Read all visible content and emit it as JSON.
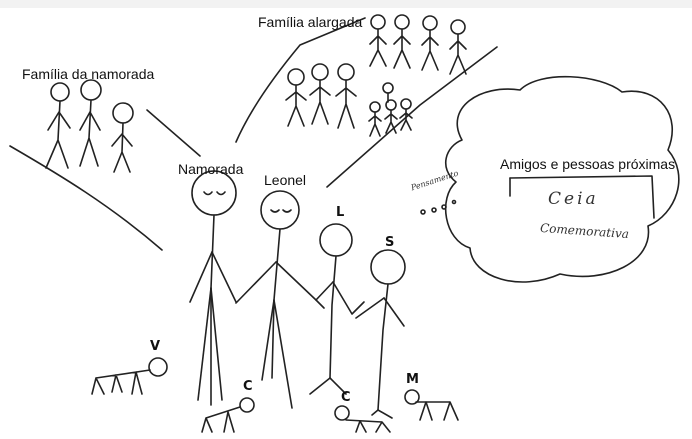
{
  "drawing": {
    "labels": {
      "extended_family": "Família alargada",
      "girlfriend_family": "Família da namorada",
      "girlfriend": "Namorada",
      "leonel": "Leonel",
      "friends": "Amigos e pessoas próximas"
    },
    "figure_letters": {
      "l": "L",
      "s": "S",
      "v": "V",
      "c1": "C",
      "c2": "C",
      "m": "M"
    },
    "thought_bubble": {
      "small_text": "Pensamento",
      "word": "Ceia",
      "word2": "Comemorativa"
    },
    "colors": {
      "ink": "#222222",
      "background": "#ffffff"
    }
  }
}
